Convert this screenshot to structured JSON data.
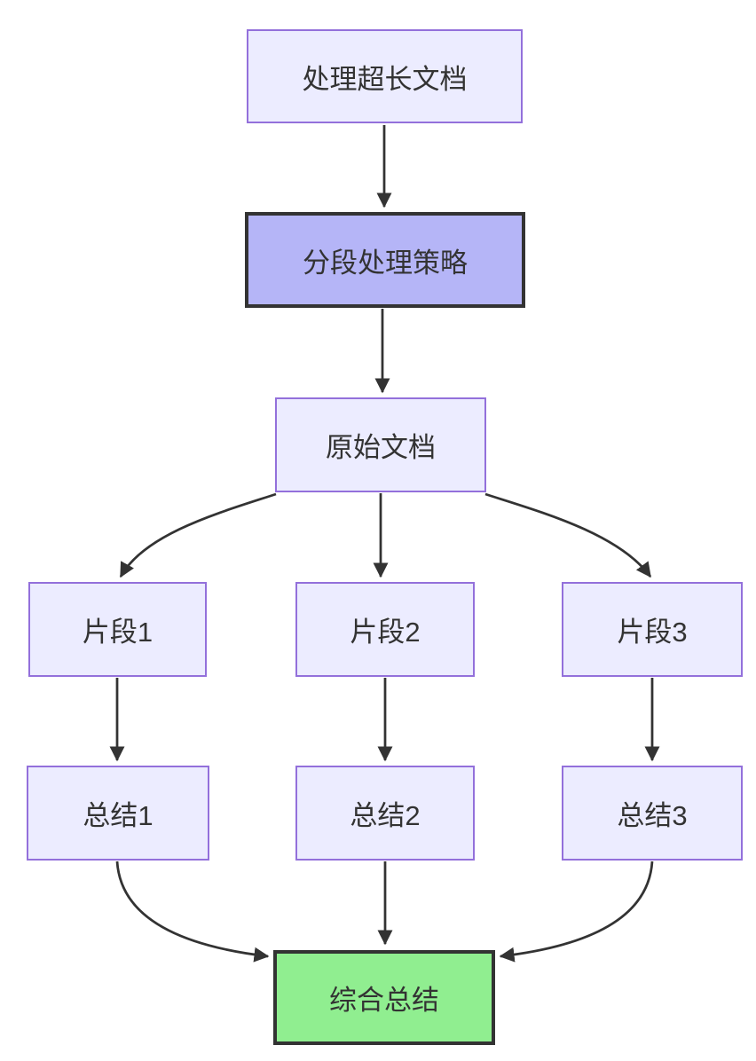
{
  "diagram": {
    "type": "flowchart",
    "direction": "top-down",
    "background": "#ffffff",
    "colors": {
      "node_fill": "#ececff",
      "node_border": "#9370db",
      "highlight_fill": "#b5b5f7",
      "result_fill": "#90ee90",
      "emphasis_border": "#333333",
      "edge_stroke": "#333333",
      "text": "#333333"
    },
    "nodes": [
      {
        "id": "A",
        "label": "处理超长文档",
        "style": "default"
      },
      {
        "id": "B",
        "label": "分段处理策略",
        "style": "highlight"
      },
      {
        "id": "C",
        "label": "原始文档",
        "style": "default"
      },
      {
        "id": "D1",
        "label": "片段1",
        "style": "default"
      },
      {
        "id": "D2",
        "label": "片段2",
        "style": "default"
      },
      {
        "id": "D3",
        "label": "片段3",
        "style": "default"
      },
      {
        "id": "E1",
        "label": "总结1",
        "style": "default"
      },
      {
        "id": "E2",
        "label": "总结2",
        "style": "default"
      },
      {
        "id": "E3",
        "label": "总结3",
        "style": "default"
      },
      {
        "id": "F",
        "label": "综合总结",
        "style": "result"
      }
    ],
    "edges": [
      {
        "from": "处理超长文档",
        "to": "分段处理策略"
      },
      {
        "from": "分段处理策略",
        "to": "原始文档"
      },
      {
        "from": "原始文档",
        "to": "片段1"
      },
      {
        "from": "原始文档",
        "to": "片段2"
      },
      {
        "from": "原始文档",
        "to": "片段3"
      },
      {
        "from": "片段1",
        "to": "总结1"
      },
      {
        "from": "片段2",
        "to": "总结2"
      },
      {
        "from": "片段3",
        "to": "总结3"
      },
      {
        "from": "总结1",
        "to": "综合总结"
      },
      {
        "from": "总结2",
        "to": "综合总结"
      },
      {
        "from": "总结3",
        "to": "综合总结"
      }
    ]
  }
}
